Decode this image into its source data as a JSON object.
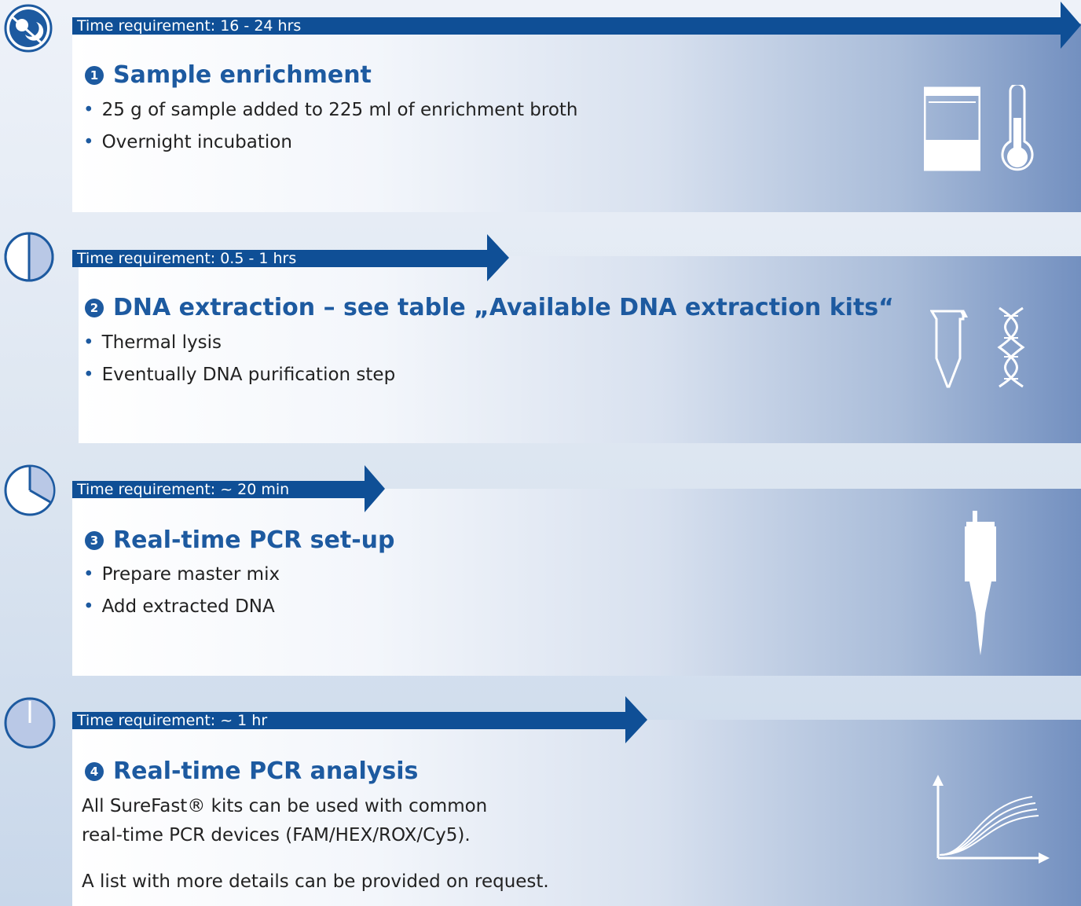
{
  "colors": {
    "primary_blue": "#1d5aa0",
    "arrow_blue": "#0f4f96",
    "clock_fill": "#b9c8e6"
  },
  "steps": [
    {
      "time": "Time requirement: 16 - 24 hrs",
      "number": "1",
      "title": "Sample enrichment",
      "bullets": [
        "25 g of sample added to 225 ml of enrichment broth",
        "Overnight incubation"
      ],
      "clock_icon": "day-night-icon",
      "icons": [
        "bag-icon",
        "thermometer-icon"
      ]
    },
    {
      "time": "Time requirement: 0.5 - 1 hrs",
      "number": "2",
      "title": "DNA extraction – see table „Available DNA extraction kits“",
      "bullets": [
        "Thermal lysis",
        "Eventually DNA purification step"
      ],
      "clock_icon": "clock-half-icon",
      "icons": [
        "tube-icon",
        "dna-icon"
      ]
    },
    {
      "time": "Time requirement: ~ 20 min",
      "number": "3",
      "title": "Real-time PCR set-up",
      "bullets": [
        "Prepare master mix",
        "Add extracted DNA"
      ],
      "clock_icon": "clock-20min-icon",
      "icons": [
        "pipette-icon"
      ]
    },
    {
      "time": "Time requirement: ~ 1 hr",
      "number": "4",
      "title": "Real-time PCR analysis",
      "paragraph_lines": [
        "All SureFast® kits can be used with common",
        "real-time PCR devices (FAM/HEX/ROX/Cy5)."
      ],
      "note": "A list with more details can be provided on request.",
      "clock_icon": "clock-full-icon",
      "icons": [
        "amplification-curve-icon"
      ]
    }
  ]
}
